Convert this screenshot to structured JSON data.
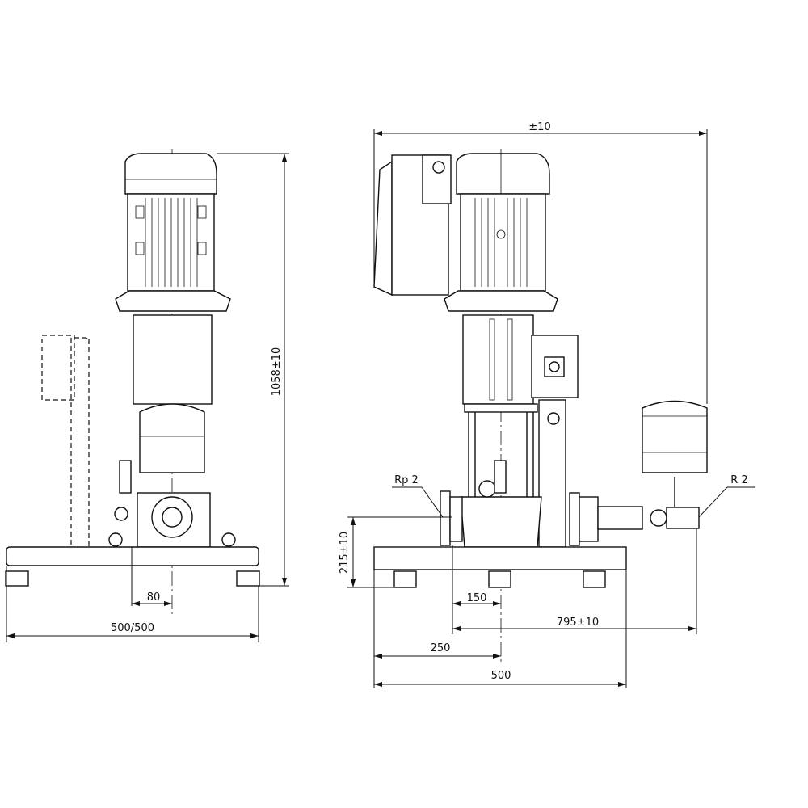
{
  "left_view": {
    "height_dim": "1058±10",
    "offset_dim": "80",
    "width_dim": "500/500"
  },
  "right_view": {
    "overall_dim": "±10",
    "inlet_label": "Rp 2",
    "outlet_label": "R 2",
    "base_height_dim": "215±10",
    "offset_dim": "150",
    "length_dim": "795±10",
    "center_dim": "250",
    "base_dim": "500"
  }
}
